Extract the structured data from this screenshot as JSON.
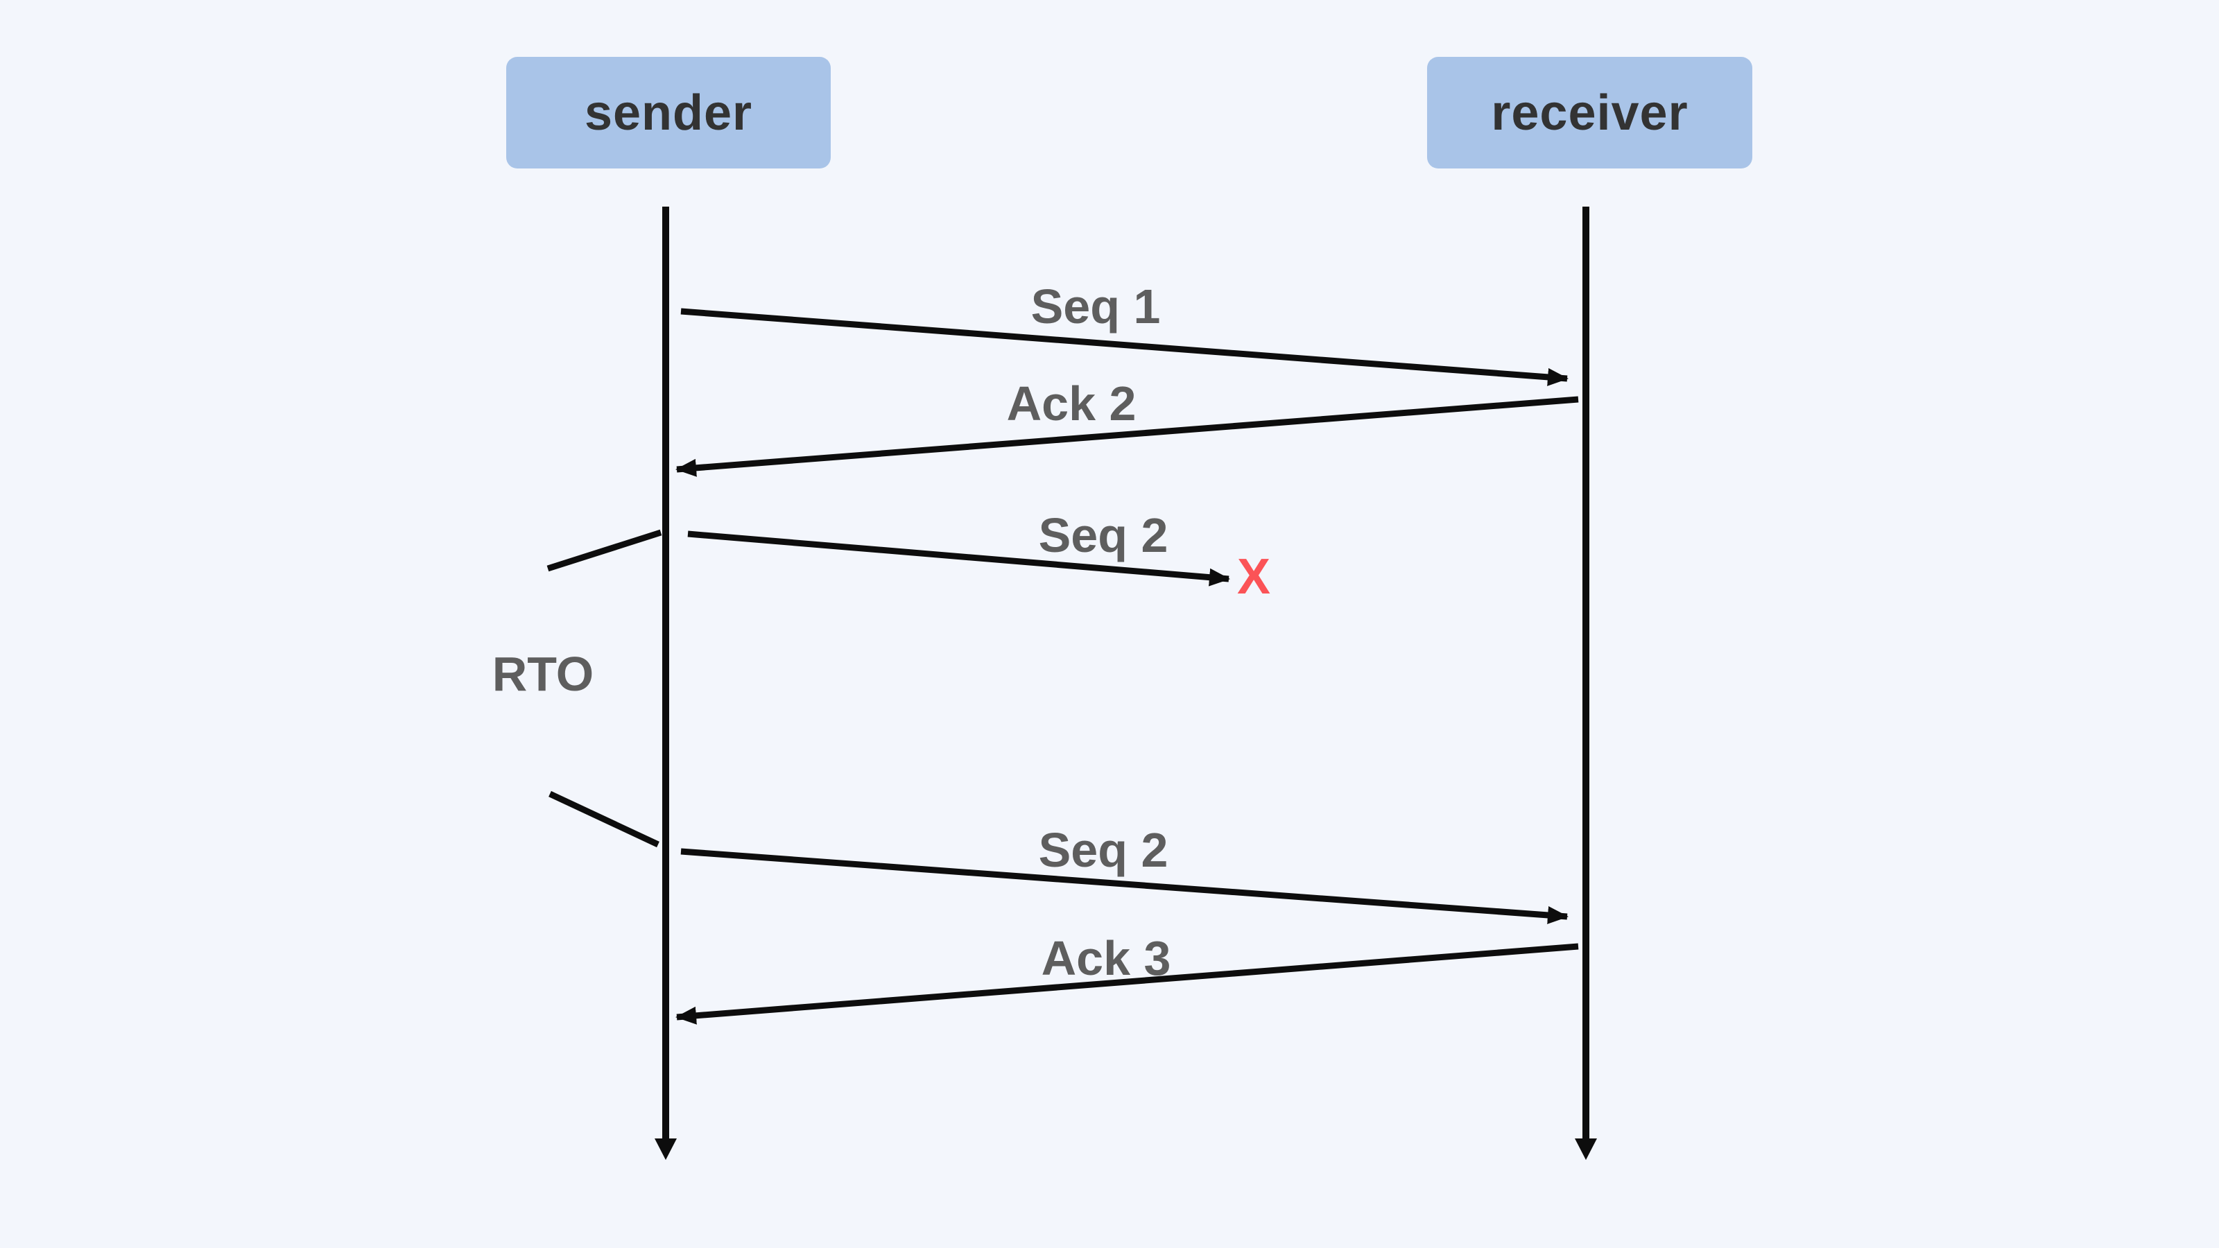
{
  "diagram": {
    "type": "sequence-diagram",
    "topic": "tcp-retransmission-timeout",
    "actors": [
      {
        "id": "sender",
        "label": "sender"
      },
      {
        "id": "receiver",
        "label": "receiver"
      }
    ],
    "messages": [
      {
        "label": "Seq 1",
        "from": "sender",
        "to": "receiver",
        "status": "delivered"
      },
      {
        "label": "Ack 2",
        "from": "receiver",
        "to": "sender",
        "status": "delivered"
      },
      {
        "label": "Seq 2",
        "from": "sender",
        "to": "receiver",
        "status": "lost"
      },
      {
        "label": "Seq 2",
        "from": "sender",
        "to": "receiver",
        "status": "retransmitted"
      },
      {
        "label": "Ack 3",
        "from": "receiver",
        "to": "sender",
        "status": "delivered"
      }
    ],
    "timeout_label": "RTO",
    "loss_marker": "X",
    "colors": {
      "background": "#f3f6fc",
      "actor_fill": "#a9c4e8",
      "actor_text": "#333333",
      "label_text": "#5e5e5e",
      "line": "#0d0d0d",
      "loss": "#fb5357"
    }
  }
}
